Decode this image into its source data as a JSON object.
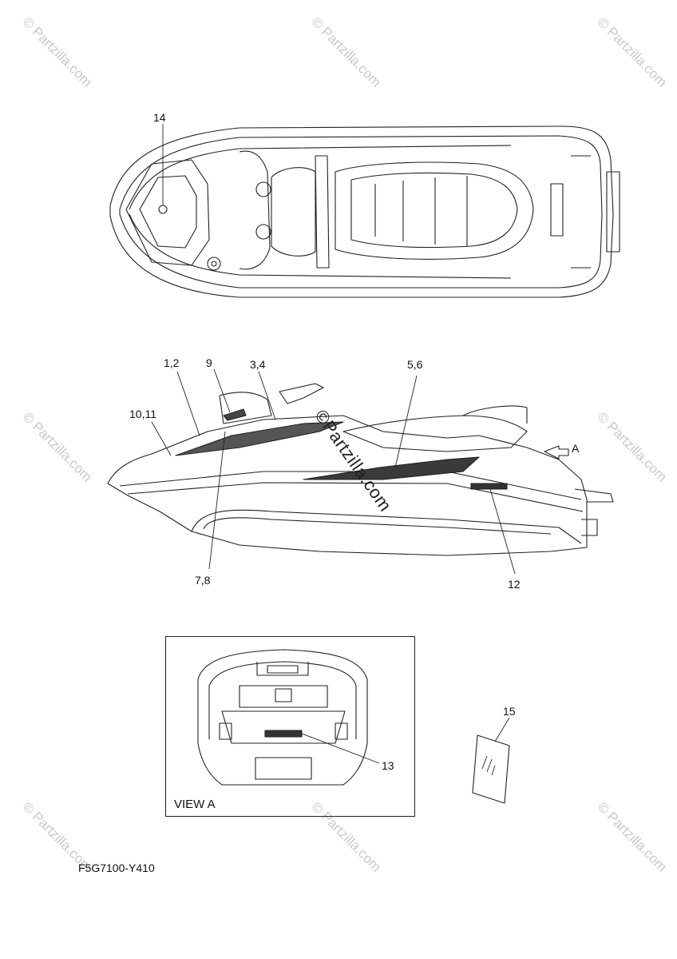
{
  "diagram": {
    "callouts": {
      "c14": "14",
      "c1_2": "1,2",
      "c9": "9",
      "c3_4": "3,4",
      "c5_6": "5,6",
      "c10_11": "10,11",
      "c7_8": "7,8",
      "c12": "12",
      "c13": "13",
      "c15": "15",
      "arrow_a": "A"
    },
    "view_a_label": "VIEW A",
    "part_code": "F5G7100-Y410"
  },
  "watermark": {
    "text": "© Partzilla.com",
    "center_text": "©Partzilla.com"
  }
}
